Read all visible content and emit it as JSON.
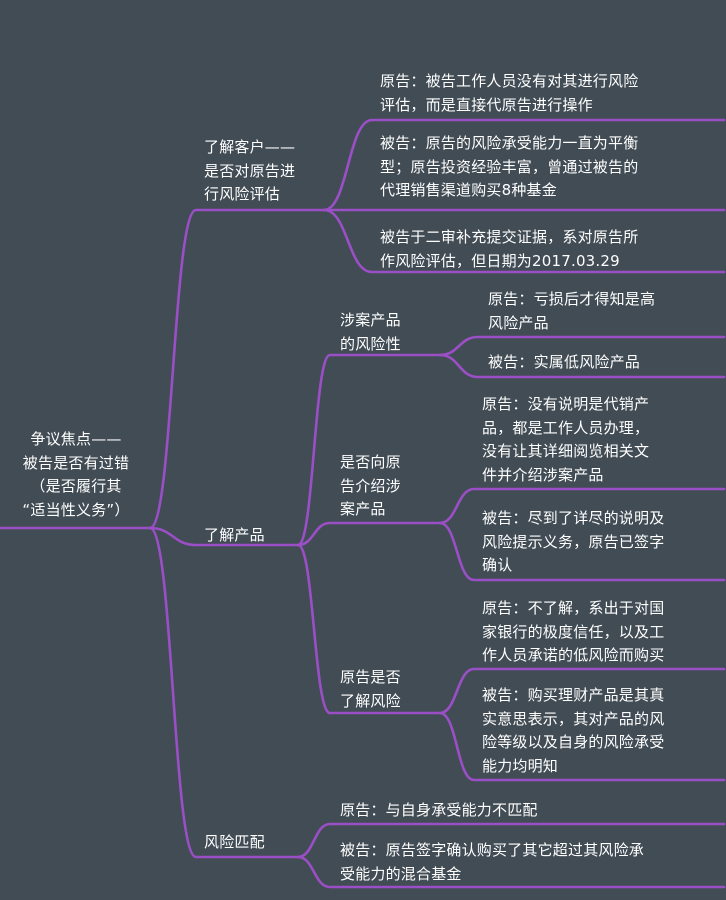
{
  "root": {
    "label": "争议焦点——\n被告是否有过错\n（是否履行其\n“适当性义务”）"
  },
  "branches": {
    "b1": {
      "label": "了解客户——\n是否对原告进\n行风险评估",
      "leaves": [
        "原告：被告工作人员没有对其进行风险\n评估，而是直接代原告进行操作",
        "被告：原告的风险承受能力一直为平衡\n型；原告投资经验丰富，曾通过被告的\n代理销售渠道购买8种基金",
        "被告于二审补充提交证据，系对原告所\n作风险评估，但日期为2017.03.29"
      ]
    },
    "b2": {
      "label": "了解产品",
      "subs": [
        {
          "label": "涉案产品\n的风险性",
          "leaves": [
            "原告：亏损后才得知是高\n风险产品",
            "被告：实属低风险产品"
          ]
        },
        {
          "label": "是否向原\n告介绍涉\n案产品",
          "leaves": [
            "原告：没有说明是代销产\n品，都是工作人员办理，\n没有让其详细阅览相关文\n件并介绍涉案产品",
            "被告：尽到了详尽的说明及\n风险提示义务，原告已签字\n确认"
          ]
        },
        {
          "label": "原告是否\n了解风险",
          "leaves": [
            "原告：不了解，系出于对国\n家银行的极度信任，以及工\n作人员承诺的低风险而购买",
            "被告：购买理财产品是其真\n实意思表示，其对产品的风\n险等级以及自身的风险承受\n能力均明知"
          ]
        }
      ]
    },
    "b3": {
      "label": "风险匹配",
      "leaves": [
        "原告：与自身承受能力不匹配",
        "被告：原告签字确认购买了其它超过其风险承\n受能力的混合基金"
      ]
    }
  },
  "colors": {
    "background": "#414c55",
    "connector": "#9b4fc6",
    "text": "#ffffff"
  }
}
